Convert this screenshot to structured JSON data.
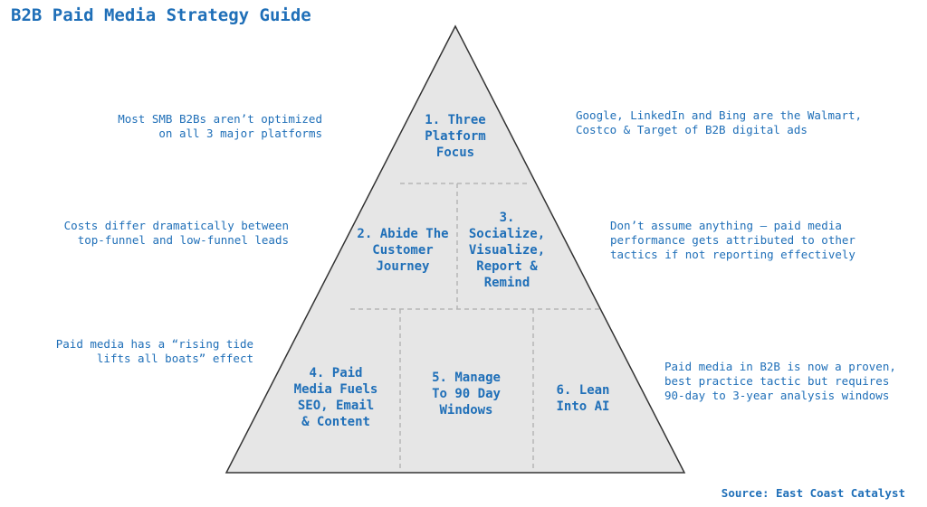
{
  "title": "B2B Paid Media Strategy Guide",
  "colors": {
    "accent": "#1f6fb8",
    "pyramid_fill": "#e6e6e6",
    "divider": "#b5b5b5",
    "outline": "#333333"
  },
  "pyramid": {
    "tiers": [
      {
        "lines": [
          "1. Three",
          "Platform",
          "Focus"
        ]
      },
      {
        "lines": [
          "2. Abide The",
          "Customer",
          "Journey"
        ]
      },
      {
        "lines": [
          "3.",
          "Socialize,",
          "Visualize,",
          "Report &",
          "Remind"
        ]
      },
      {
        "lines": [
          "4. Paid",
          "Media Fuels",
          "SEO, Email",
          "& Content"
        ]
      },
      {
        "lines": [
          "5. Manage",
          "To 90 Day",
          "Windows"
        ]
      },
      {
        "lines": [
          "6. Lean",
          "Into AI"
        ]
      }
    ]
  },
  "notes": {
    "left": [
      {
        "lines": [
          "Most SMB B2Bs aren’t optimized",
          "on all 3 major platforms"
        ]
      },
      {
        "lines": [
          "Costs differ dramatically between",
          "top-funnel and low-funnel leads"
        ]
      },
      {
        "lines": [
          "Paid media has a “rising tide",
          "lifts all boats” effect"
        ]
      }
    ],
    "right": [
      {
        "lines": [
          "Google, LinkedIn and Bing are the Walmart,",
          "Costco & Target of B2B digital ads"
        ]
      },
      {
        "lines": [
          "Don’t assume anything – paid media",
          "performance gets attributed to other",
          "tactics if not reporting effectively"
        ]
      },
      {
        "lines": [
          "Paid media in B2B is now a proven,",
          "best practice tactic but requires",
          "90-day to 3-year analysis windows"
        ]
      }
    ]
  },
  "source": "Source: East Coast Catalyst"
}
